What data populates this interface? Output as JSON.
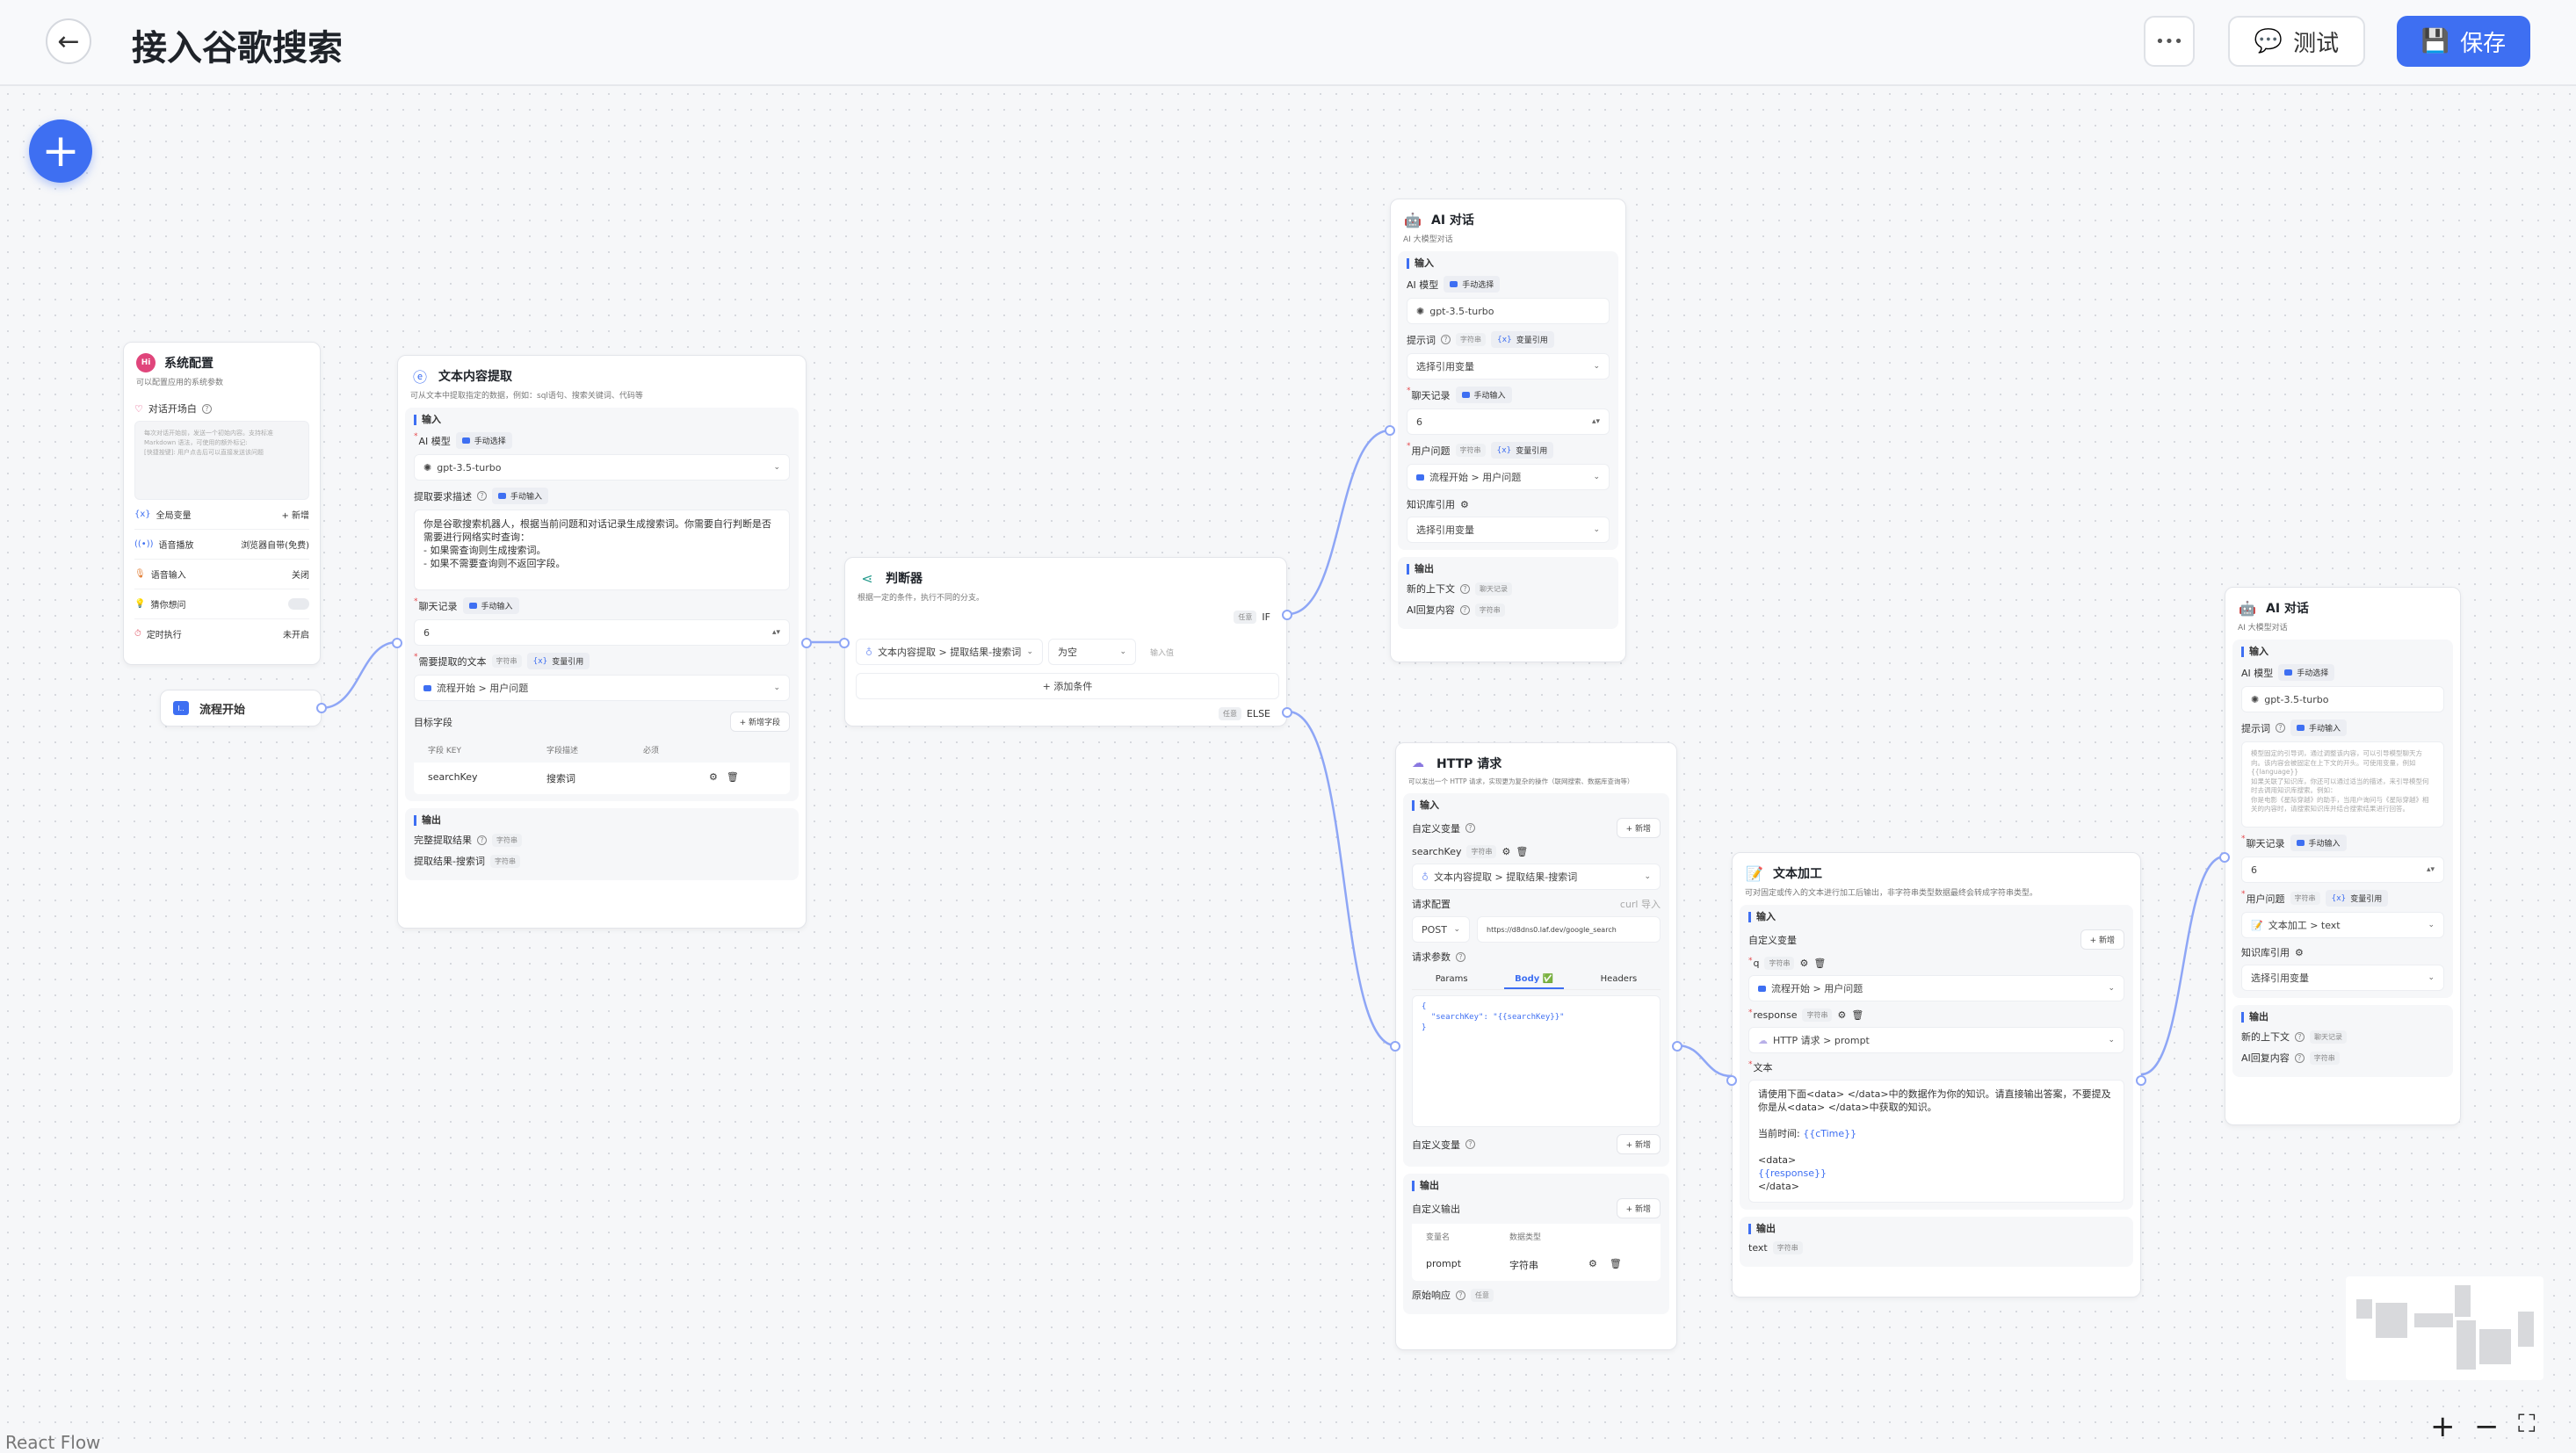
{
  "header": {
    "back_icon": "arrow-left-icon",
    "title": "接入谷歌搜索",
    "more_label": "•••",
    "test_label": "测试",
    "save_label": "保存"
  },
  "colors": {
    "accent": "#3e6ff2",
    "edge": "#8ea6f6",
    "background": "#f6f7f9"
  },
  "canvas": {
    "watermark": "React Flow",
    "add_label": "+",
    "zoom_in": "+",
    "zoom_out": "−",
    "fit": "⛶"
  },
  "system": {
    "title": "系统配置",
    "desc": "可以配置应用的系统参数",
    "welcome_label": "对话开场白",
    "welcome_placeholder": "每次对话开始前，发送一个初始内容。支持标准 Markdown 语法，可使用的额外标记:\n[快捷按键]: 用户点击后可以直接发送该问题",
    "rows": [
      {
        "label": "全局变量",
        "value": "+ 新增"
      },
      {
        "label": "语音播放",
        "value": "浏览器自带(免费)"
      },
      {
        "label": "语音输入",
        "value": "关闭"
      },
      {
        "label": "猜你想问",
        "toggle": false
      },
      {
        "label": "定时执行",
        "value": "未开启"
      }
    ]
  },
  "start": {
    "title": "流程开始"
  },
  "extract": {
    "title": "文本内容提取",
    "desc": "可从文本中提取指定的数据，例如：sql语句、搜索关键词、代码等",
    "input": "输入",
    "model_label": "AI 模型",
    "model_tag": "手动选择",
    "model": "gpt-3.5-turbo",
    "prompt_label": "提取要求描述",
    "prompt_tag": "手动输入",
    "prompt": "你是谷歌搜索机器人，根据当前问题和对话记录生成搜索词。你需要自行判断是否需要进行网络实时查询：\n- 如果需查询则生成搜索词。\n- 如果不需要查询则不返回字段。",
    "history_label": "聊天记录",
    "history_tag": "手动输入",
    "history": "6",
    "text_label": "需要提取的文本",
    "text_type": "字符串",
    "text_tag": "变量引用",
    "text_value": "流程开始 > 用户问题",
    "fields_label": "目标字段",
    "add_field": "+ 新增字段",
    "columns": [
      "字段 KEY",
      "字段描述",
      "必须"
    ],
    "field_rows": [
      {
        "key": "searchKey",
        "desc": "搜索词"
      }
    ],
    "output": "输出",
    "outputs": [
      {
        "label": "完整提取结果",
        "type": "字符串"
      },
      {
        "label": "提取结果-搜索词",
        "type": "字符串"
      }
    ]
  },
  "judge": {
    "title": "判断器",
    "desc": "根据一定的条件，执行不同的分支。",
    "any": "任意",
    "if": "IF",
    "else": "ELSE",
    "condition_var": "文本内容提取 > 提取结果-搜索词",
    "operator": "为空",
    "value_placeholder": "输入值",
    "add_condition": "+ 添加条件"
  },
  "ai1": {
    "title": "AI 对话",
    "desc": "AI 大模型对话",
    "input": "输入",
    "model_label": "AI 模型",
    "model_tag": "手动选择",
    "model": "gpt-3.5-turbo",
    "prompt_label": "提示词",
    "prompt_type": "字符串",
    "prompt_tag": "变量引用",
    "prompt_value": "选择引用变量",
    "history_label": "聊天记录",
    "history_tag": "手动输入",
    "history": "6",
    "question_label": "用户问题",
    "question_type": "字符串",
    "question_tag": "变量引用",
    "question_value": "流程开始 > 用户问题",
    "kb_label": "知识库引用",
    "kb_value": "选择引用变量",
    "output": "输出",
    "outputs": [
      {
        "label": "新的上下文",
        "type": "聊天记录"
      },
      {
        "label": "AI回复内容",
        "type": "字符串"
      }
    ]
  },
  "http": {
    "title": "HTTP 请求",
    "desc": "可以发出一个 HTTP 请求，实现更为复杂的操作（联网搜索、数据库查询等）",
    "input": "输入",
    "custom_var": "自定义变量",
    "add": "+ 新增",
    "var_name": "searchKey",
    "var_type": "字符串",
    "var_value": "文本内容提取 > 提取结果-搜索词",
    "req_label": "请求配置",
    "curl": "curl 导入",
    "method": "POST",
    "url": "https://d8dns0.laf.dev/google_search",
    "params_label": "请求参数",
    "tabs": [
      "Params",
      "Body ✅",
      "Headers"
    ],
    "body": "{\n  \"searchKey\": \"{{searchKey}}\"\n}",
    "custom_var2": "自定义变量",
    "output": "输出",
    "custom_out": "自定义输出",
    "columns": [
      "变量名",
      "数据类型"
    ],
    "out_rows": [
      {
        "name": "prompt",
        "type": "字符串"
      }
    ],
    "raw_label": "原始响应",
    "raw_type": "任意"
  },
  "textproc": {
    "title": "文本加工",
    "desc": "可对固定或传入的文本进行加工后输出，非字符串类型数据最终会转成字符串类型。",
    "input": "输入",
    "custom_var": "自定义变量",
    "add": "+ 新增",
    "vars": [
      {
        "name": "q",
        "type": "字符串",
        "value": "流程开始 > 用户问题"
      },
      {
        "name": "response",
        "type": "字符串",
        "value": "HTTP 请求 > prompt"
      }
    ],
    "text_label": "文本",
    "text_1": "请使用下面<data> </data>中的数据作为你的知识。请直接输出答案，不要提及你是从<data> </data>中获取的知识。",
    "text_2": "当前时间: ",
    "text_var1": "{{cTime}}",
    "text_3": "<data>",
    "text_var2": "{{response}}",
    "text_4": "</data>",
    "output": "输出",
    "out_name": "text",
    "out_type": "字符串"
  },
  "ai2": {
    "title": "AI 对话",
    "desc": "AI 大模型对话",
    "input": "输入",
    "model_label": "AI 模型",
    "model_tag": "手动选择",
    "model": "gpt-3.5-turbo",
    "prompt_label": "提示词",
    "prompt_tag": "手动输入",
    "prompt_placeholder": "模型固定的引导词，通过调整该内容，可以引导模型聊天方向。该内容会被固定在上下文的开头。可使用变量，例如 {{language}}\n如果关联了知识库，你还可以通过适当的描述，来引导模型何时去调用知识库搜索。例如：\n你是电影《星际穿越》的助手，当用户询问与《星际穿越》相关的内容时，请搜索知识库并结合搜索结果进行回答。",
    "history_label": "聊天记录",
    "history_tag": "手动输入",
    "history": "6",
    "question_label": "用户问题",
    "question_type": "字符串",
    "question_tag": "变量引用",
    "question_value": "文本加工 > text",
    "kb_label": "知识库引用",
    "kb_value": "选择引用变量",
    "output": "输出",
    "outputs": [
      {
        "label": "新的上下文",
        "type": "聊天记录"
      },
      {
        "label": "AI回复内容",
        "type": "字符串"
      }
    ]
  }
}
